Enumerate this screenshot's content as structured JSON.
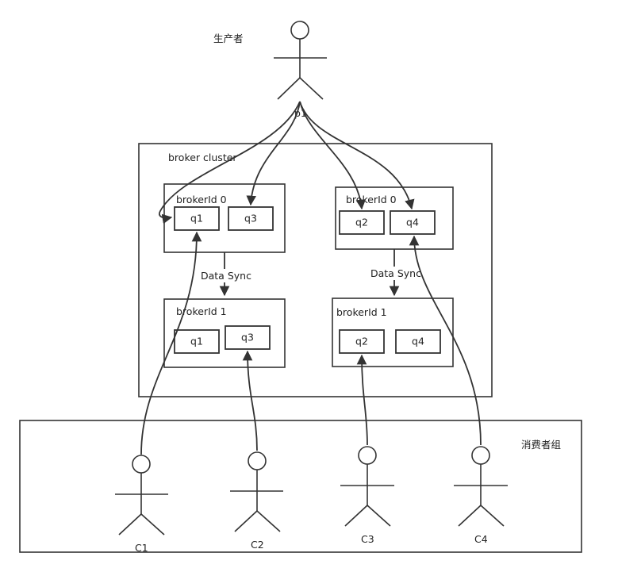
{
  "producer": {
    "label": "生产者",
    "id": "p1"
  },
  "cluster": {
    "label": "broker cluster"
  },
  "brokers": {
    "top_left": {
      "label": "brokerId 0",
      "queues": [
        "q1",
        "q3"
      ]
    },
    "top_right": {
      "label": "brokerId 0",
      "queues": [
        "q2",
        "q4"
      ]
    },
    "bottom_left": {
      "label": "brokerId 1",
      "queues": [
        "q1",
        "q3"
      ]
    },
    "bottom_right": {
      "label": "brokerId 1",
      "queues": [
        "q2",
        "q4"
      ]
    }
  },
  "sync_labels": [
    "Data Sync",
    "Data Sync"
  ],
  "consumer_group": {
    "label": "消费者组"
  },
  "consumers": [
    "C1",
    "C2",
    "C3",
    "C4"
  ]
}
